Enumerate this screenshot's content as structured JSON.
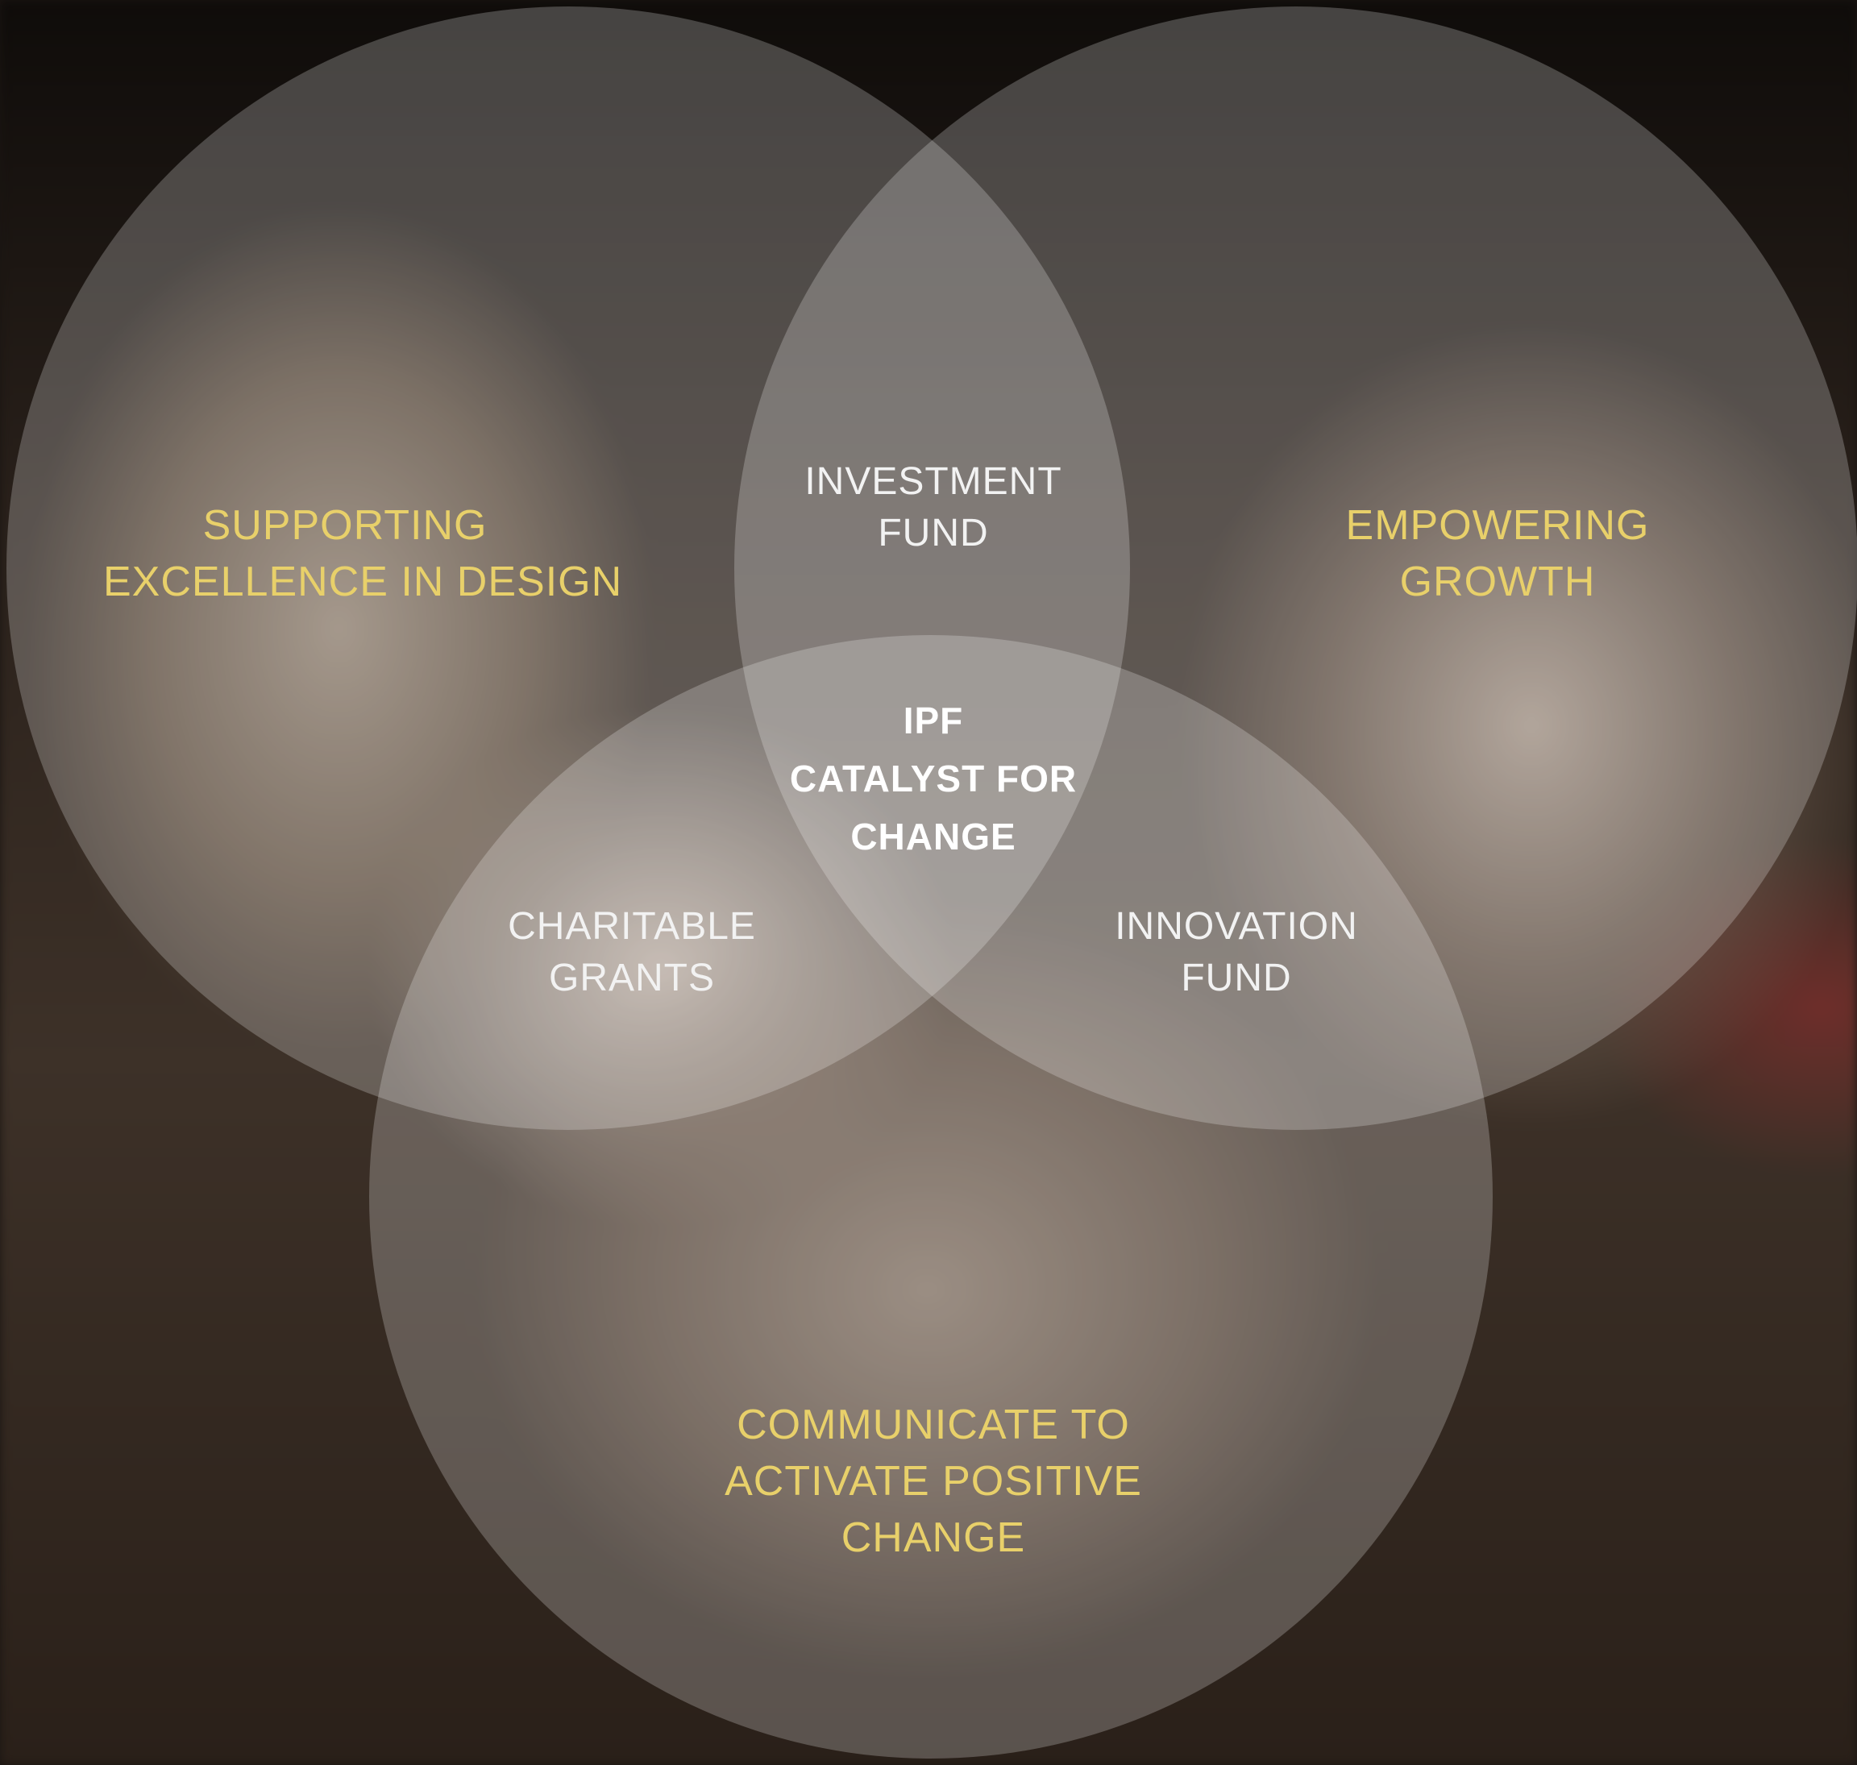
{
  "diagram": {
    "type": "venn",
    "colors": {
      "circle_fill": "#6a6a6a",
      "outer_label": "#e8d06a",
      "inner_label": "#f2f2f2",
      "center_label": "#ffffff"
    },
    "sets": [
      {
        "id": "top-left",
        "label": [
          "SUPPORTING",
          "EXCELLENCE IN DESIGN"
        ]
      },
      {
        "id": "top-right",
        "label": [
          "EMPOWERING",
          "GROWTH"
        ]
      },
      {
        "id": "bottom",
        "label": [
          "COMMUNICATE TO",
          "ACTIVATE POSITIVE",
          "CHANGE"
        ]
      }
    ],
    "intersections": {
      "top": [
        "INVESTMENT",
        "FUND"
      ],
      "left": [
        "CHARITABLE",
        "GRANTS"
      ],
      "right": [
        "INNOVATION",
        "FUND"
      ],
      "center": [
        "IPF",
        "CATALYST FOR",
        "CHANGE"
      ]
    }
  }
}
